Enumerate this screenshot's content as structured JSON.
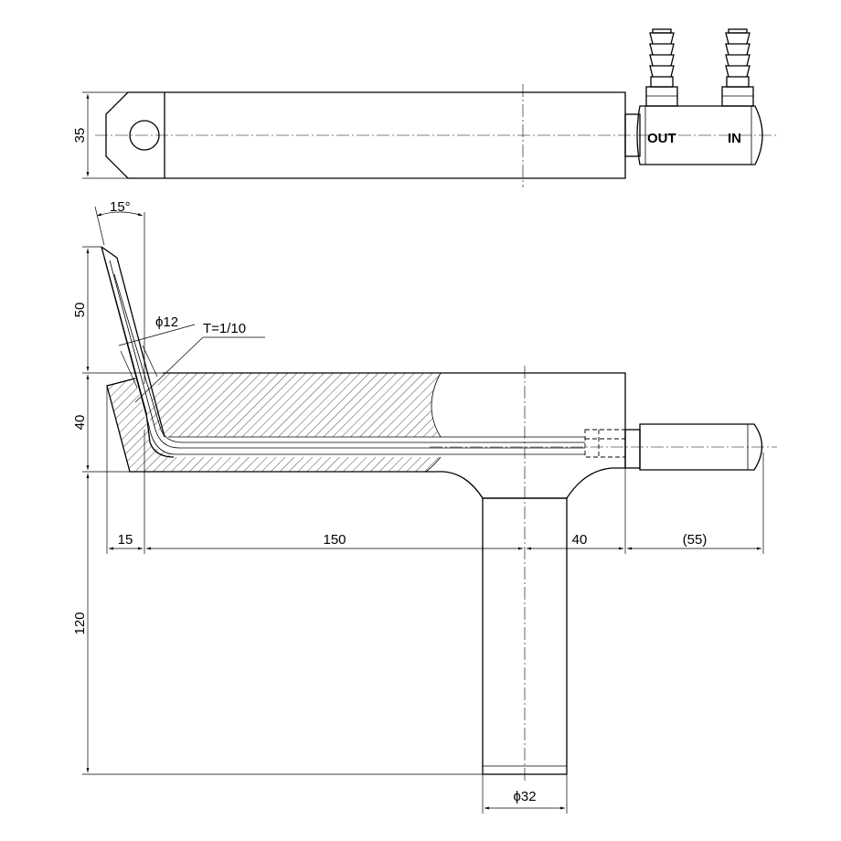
{
  "labels": {
    "out": "OUT",
    "in": "IN",
    "angle": "15°",
    "bore": "ϕ12",
    "taper": "T=1/10",
    "shank_dia": "ϕ32"
  },
  "dimensions": {
    "block_height": "35",
    "tip_length": "50",
    "body_height": "40",
    "shank_length": "120",
    "tip_offset": "15",
    "body_length": "150",
    "shoulder": "40",
    "fitting_length": "(55)"
  }
}
